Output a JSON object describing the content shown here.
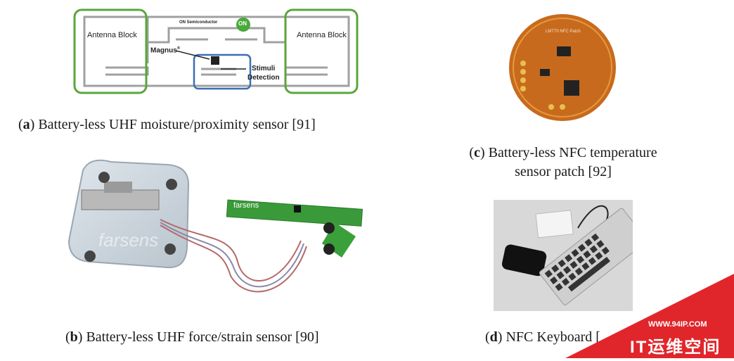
{
  "panel_a": {
    "antenna_left": "Antenna Block",
    "antenna_right": "Antenna Block",
    "brand": "ON Semiconductor",
    "brand_logo": "ON",
    "chip_label": "Magnus",
    "chip_mark": "®",
    "stimuli": "Stimuli",
    "detection": "Detection",
    "caption_letter": "a",
    "caption_text": " Battery-less UHF moisture/proximity sensor [91]",
    "colors": {
      "antenna_box": "#5aa63c",
      "detection_box": "#3b6fb6",
      "trace": "#a0a0a0"
    }
  },
  "panel_b": {
    "board_logo": "farsens",
    "plate_logo": "farsens",
    "caption_letter": "b",
    "caption_text": " Battery-less UHF force/strain sensor [90]",
    "colors": {
      "pcb": "#3a9a3a",
      "plate": "#c9d3db",
      "wires": "#b56a6a"
    }
  },
  "panel_c": {
    "board_title": "LMT70 NFC Patch",
    "caption_letter": "c",
    "caption_line1_text": " Battery-less NFC temperature",
    "caption_line2": "sensor patch [92]",
    "colors": {
      "pcb": "#c86a1e"
    }
  },
  "panel_d": {
    "caption_letter": "d",
    "caption_text": " NFC Keyboard [",
    "colors": {
      "background": "#d8d8d8",
      "keyboard": "#cfcfcf"
    }
  },
  "watermark": {
    "url": "WWW.94IP.COM",
    "text": "IT运维空间",
    "colors": {
      "red": "#e0262b"
    }
  }
}
